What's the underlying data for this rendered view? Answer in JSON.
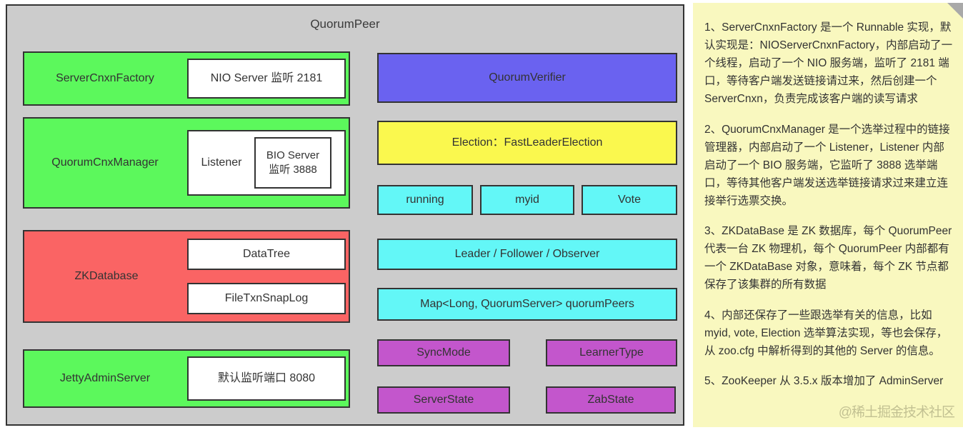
{
  "diagram": {
    "title": "QuorumPeer",
    "left_column": [
      {
        "id": "servercnxnfactory",
        "label": "ServerCnxnFactory",
        "color": "#5cf85c",
        "inner": "NIO Server 监听 2181"
      },
      {
        "id": "quorumcnxmanager",
        "label": "QuorumCnxManager",
        "color": "#5cf85c",
        "inner": "Listener",
        "inner2": "BIO Server 监听 3888",
        "inner2_line1": "BIO Server",
        "inner2_line2": "监听 3888"
      },
      {
        "id": "zkdatabase",
        "label": "ZKDatabase",
        "color": "#fa6464",
        "inner": "DataTree",
        "inner2": "FileTxnSnapLog"
      },
      {
        "id": "jettyadminserver",
        "label": "JettyAdminServer",
        "color": "#5cf85c",
        "inner": "默认监听端口 8080"
      }
    ],
    "right_column": [
      {
        "id": "quorumverifier",
        "label": "QuorumVerifier",
        "color": "#6a62f0"
      },
      {
        "id": "election",
        "label": "Election：FastLeaderElection",
        "color": "#faf84e"
      },
      {
        "id": "running",
        "label": "running",
        "color": "#63f7f7"
      },
      {
        "id": "myid",
        "label": "myid",
        "color": "#63f7f7"
      },
      {
        "id": "vote",
        "label": "Vote",
        "color": "#63f7f7"
      },
      {
        "id": "roles",
        "label": "Leader / Follower / Observer",
        "color": "#63f7f7"
      },
      {
        "id": "quorumpeers",
        "label": "Map<Long, QuorumServer> quorumPeers",
        "color": "#63f7f7"
      },
      {
        "id": "syncmode",
        "label": "SyncMode",
        "color": "#c356cc"
      },
      {
        "id": "learnertype",
        "label": "LearnerType",
        "color": "#c356cc"
      },
      {
        "id": "serverstate",
        "label": "ServerState",
        "color": "#c356cc"
      },
      {
        "id": "zabstate",
        "label": "ZabState",
        "color": "#c356cc"
      }
    ],
    "panel_color": "#cccccc",
    "border_color": "#333333"
  },
  "notes": {
    "background": "#f9f8bf",
    "items": [
      "1、ServerCnxnFactory 是一个 Runnable 实现，默认实现是：NIOServerCnxnFactory，内部启动了一个线程，启动了一个 NIO 服务端，监听了 2181 端口，等待客户端发送链接请过来，然后创建一个 ServerCnxn，负责完成该客户端的读写请求",
      "2、QuorumCnxManager 是一个选举过程中的链接管理器，内部启动了一个 Listener，Listener 内部启动了一个 BIO 服务端，它监听了 3888 选举端口，等待其他客户端发送选举链接请求过来建立连接举行选票交换。",
      "3、ZKDataBase 是 ZK 数据库，每个 QuorumPeer 代表一台 ZK 物理机，每个 QuorumPeer 内部都有一个 ZKDataBase 对象，意味着，每个 ZK 节点都保存了该集群的所有数据",
      "4、内部还保存了一些跟选举有关的信息，比如 myid, vote, Election 选举算法实现，等也会保存，从 zoo.cfg 中解析得到的其他的 Server 的信息。",
      "5、ZooKeeper 从 3.5.x 版本增加了 AdminServer"
    ],
    "watermark": "@稀土掘金技术社区"
  }
}
